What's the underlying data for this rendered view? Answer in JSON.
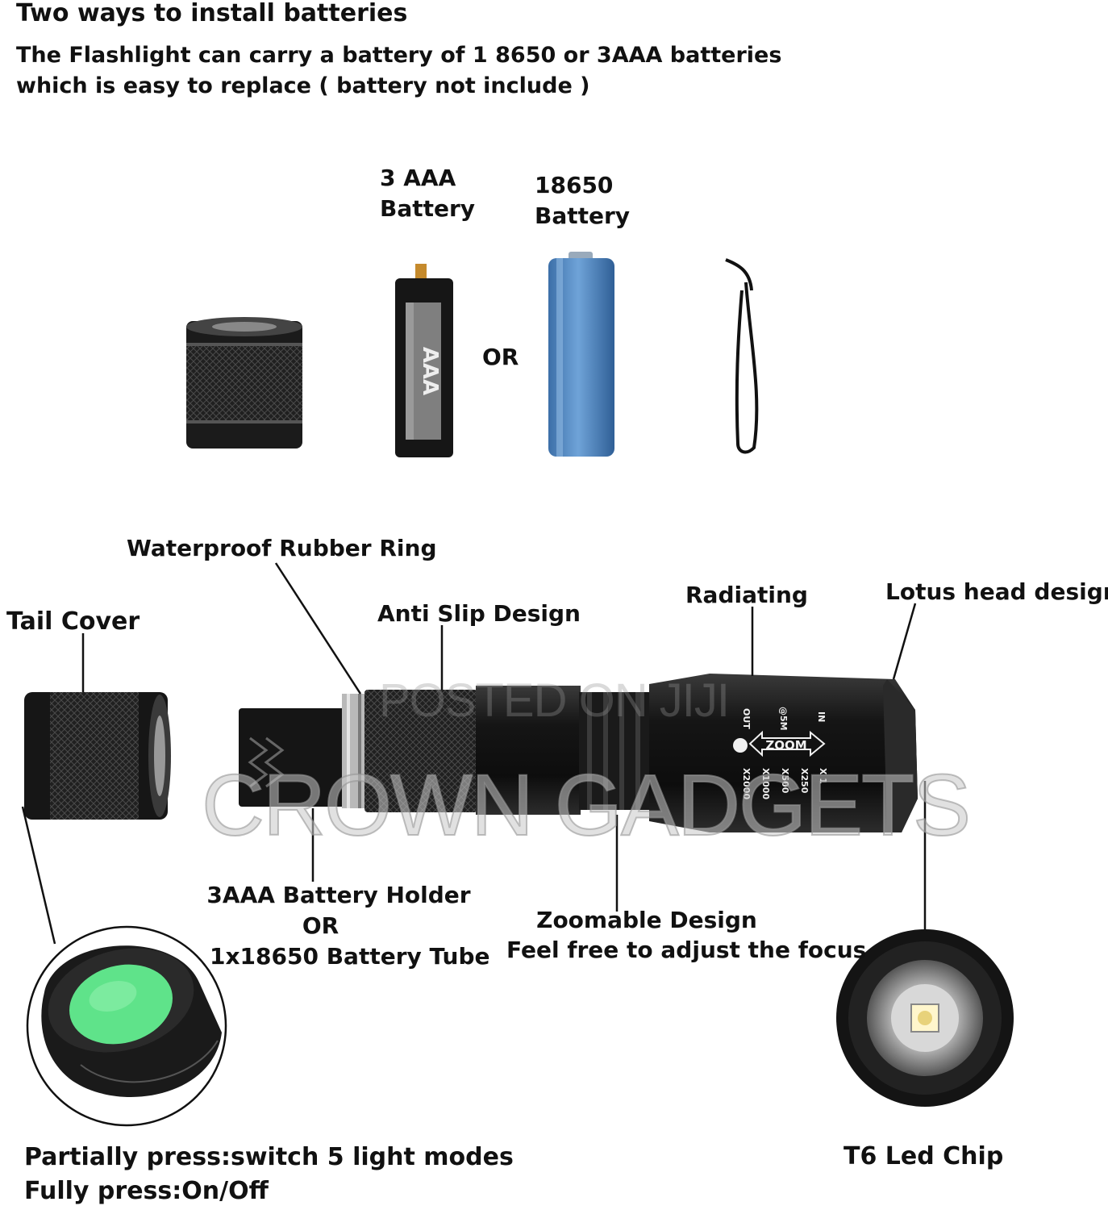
{
  "header": {
    "title": "Two ways to install batteries",
    "desc_line1": "The Flashlight can carry a battery of 1 8650 or 3AAA batteries",
    "desc_line2": "which is easy to replace ( battery not include )"
  },
  "batteries": {
    "aaa_line1": "3 AAA",
    "aaa_line2": "Battery",
    "aaa_marking": "AAA",
    "or": "OR",
    "b18650_line1": "18650",
    "b18650_line2": "Battery"
  },
  "labels": {
    "rubber_ring": "Waterproof Rubber Ring",
    "tail_cover": "Tail Cover",
    "anti_slip": "Anti Slip Design",
    "radiating": "Radiating",
    "lotus_head": "Lotus head design",
    "holder_line1": "3AAA Battery Holder",
    "holder_line2": "OR",
    "holder_line3": "1x18650 Battery Tube",
    "zoom_line1": "Zoomable Design",
    "zoom_line2": "Feel free to adjust the focus",
    "switch_line1": "Partially press:switch 5 light modes",
    "switch_line2": "Fully press:On/Off",
    "led_chip": "T6 Led Chip"
  },
  "flashlight_markings": {
    "zoom": "ZOOM",
    "in": "IN",
    "out": "OUT",
    "at5m": "@5M",
    "x1": "X 1",
    "x250": "X250",
    "x500": "X500",
    "x1000": "X1000",
    "x2000": "X2000"
  },
  "watermarks": {
    "posted": "POSTED ON JIJI",
    "brand": "CROWN GADGETS"
  },
  "colors": {
    "background": "#ffffff",
    "text": "#111111",
    "metal_black": "#1a1a1a",
    "battery_blue": "#4f86c0",
    "button_green": "#5fe38a"
  }
}
